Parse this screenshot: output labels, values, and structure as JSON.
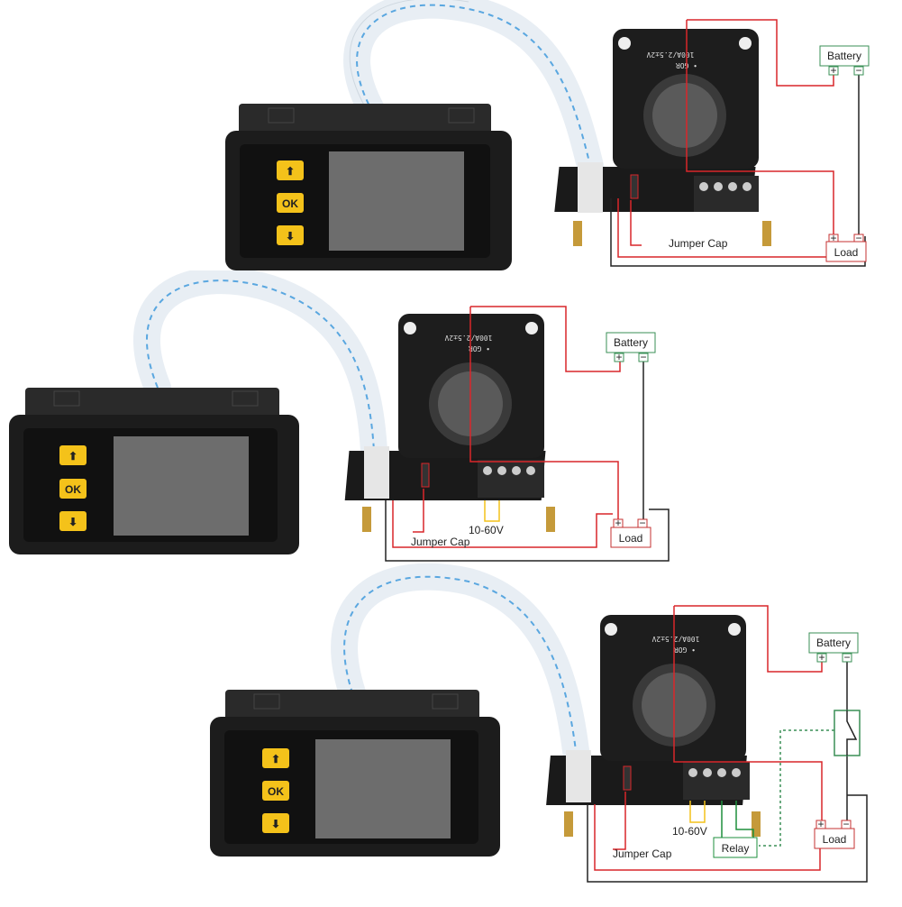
{
  "panels": [
    {
      "battery_label": "Battery",
      "load_label": "Load",
      "jumper_label": "Jumper Cap",
      "voltage_label": "",
      "relay_label": "",
      "buttons": {
        "up": "⬆",
        "ok": "OK",
        "down": "⬇"
      },
      "sensor_text": "100A/2.5±2V",
      "sensor_sub": "• GOR"
    },
    {
      "battery_label": "Battery",
      "load_label": "Load",
      "jumper_label": "Jumper Cap",
      "voltage_label": "10-60V",
      "relay_label": "",
      "buttons": {
        "up": "⬆",
        "ok": "OK",
        "down": "⬇"
      },
      "sensor_text": "100A/2.5±2V",
      "sensor_sub": "• GOR"
    },
    {
      "battery_label": "Battery",
      "load_label": "Load",
      "jumper_label": "Jumper Cap",
      "voltage_label": "10-60V",
      "relay_label": "Relay",
      "buttons": {
        "up": "⬆",
        "ok": "OK",
        "down": "⬇"
      },
      "sensor_text": "100A/2.5±2V",
      "sensor_sub": "• GOR"
    }
  ],
  "terminals": {
    "plus": "+",
    "minus": "−"
  },
  "colors": {
    "wire_red": "#d9262a",
    "wire_black": "#222222",
    "wire_green": "#1e8f3c",
    "box_border_green": "#3a8f56",
    "box_border_red": "#c53030",
    "meter_body": "#1c1c1c",
    "screen": "#6d6d6d",
    "button_yellow": "#f4c21a",
    "cable_blue": "#5aa7e0"
  }
}
